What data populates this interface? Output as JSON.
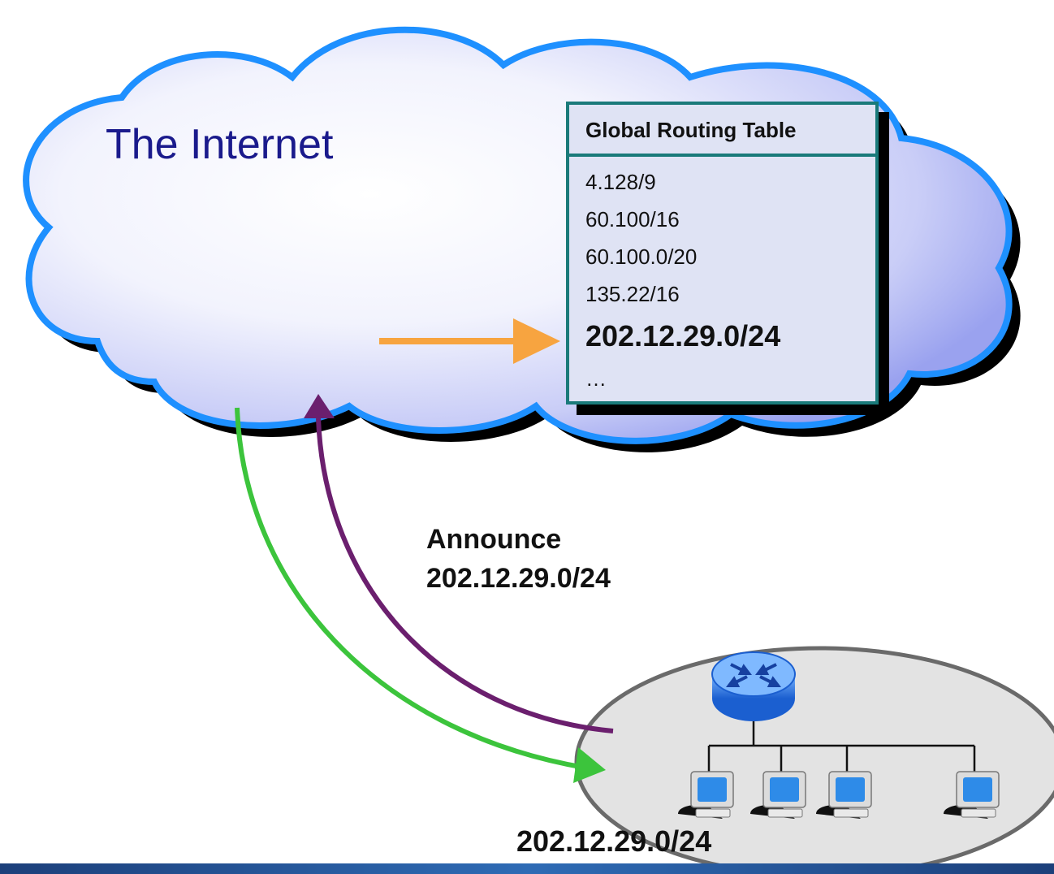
{
  "cloud": {
    "title": "The Internet"
  },
  "routing_table": {
    "header": "Global Routing Table",
    "rows": [
      {
        "prefix": "4.128/9"
      },
      {
        "prefix": "60.100/16"
      },
      {
        "prefix": "60.100.0/20"
      },
      {
        "prefix": "135.22/16"
      },
      {
        "prefix": "202.12.29.0/24",
        "highlight": true
      },
      {
        "prefix": "…"
      }
    ]
  },
  "announce": {
    "line1": "Announce",
    "line2": "202.12.29.0/24"
  },
  "network": {
    "label": "202.12.29.0/24",
    "hosts": 4
  },
  "colors": {
    "cloud_outline": "#1e90ff",
    "table_border": "#1a7a7a",
    "arrow_orange": "#f7a440",
    "arrow_green": "#3cc43c",
    "arrow_purple": "#6b1f6e",
    "network_fill": "#e3e3e3",
    "footer_bar": "#1f4f8f"
  }
}
